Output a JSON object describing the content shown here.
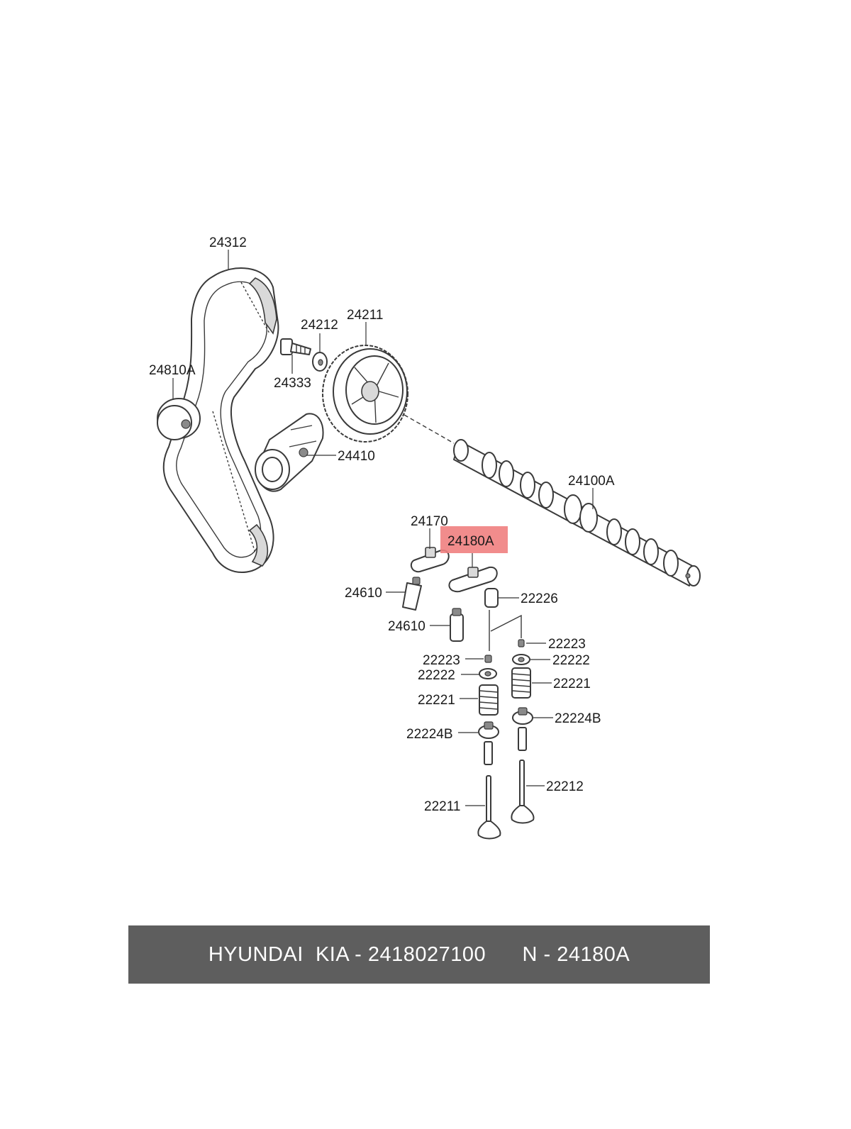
{
  "highlight_color": "#f08080",
  "footer": {
    "brand": "HYUNDAI  KIA - 2418027100",
    "ref": "N - 24180A",
    "background": "#5e5e5e"
  },
  "labels": {
    "belt": "24312",
    "idler": "24810A",
    "washer": "24212",
    "bolt": "24333",
    "sprocket": "24211",
    "tensioner": "24410",
    "camshaft": "24100A",
    "rocker_left": "24170",
    "rocker_right": "24180A",
    "lash_adjuster_upper": "24610",
    "lash_adjuster_lower": "24610",
    "seal_upper": "22226",
    "cotter_right": "22223",
    "cotter_left": "22223",
    "retainer_right": "22222",
    "retainer_left": "22222",
    "spring_right": "22221",
    "spring_left": "22221",
    "seat_right": "22224B",
    "seat_left": "22224B",
    "valve_right": "22212",
    "valve_left": "22211"
  }
}
